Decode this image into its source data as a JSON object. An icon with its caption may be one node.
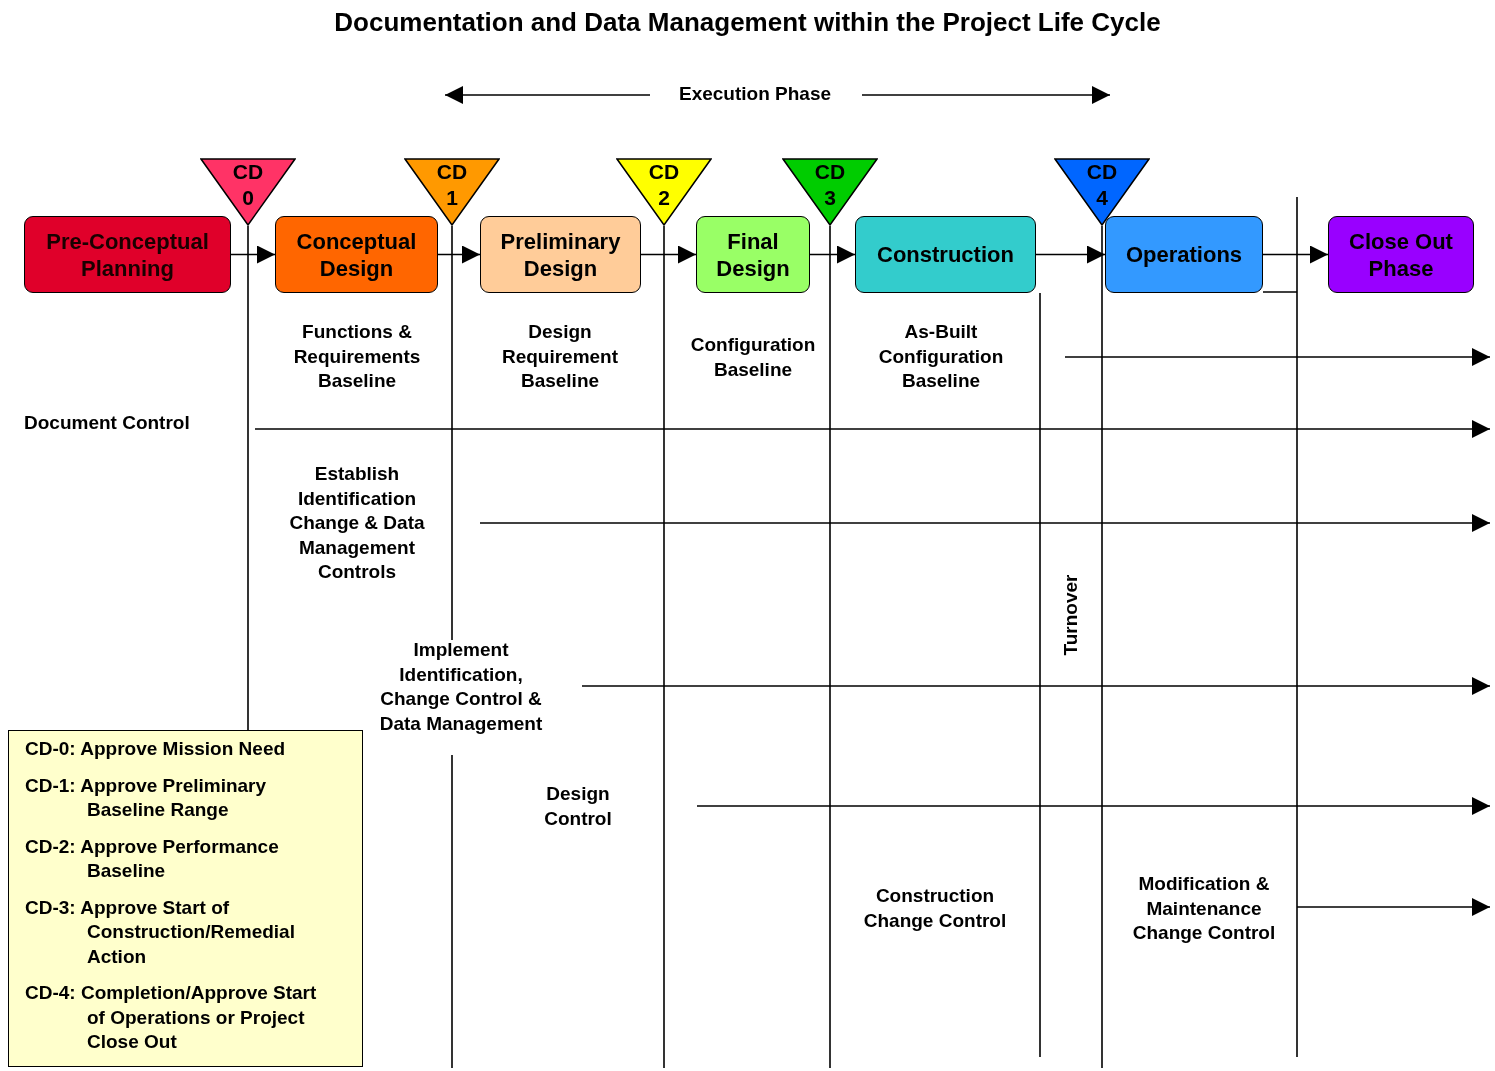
{
  "diagram": {
    "title": "Documentation and Data Management within the Project Life Cycle",
    "nodes": [
      {
        "text": [
          "Execution Phase"
        ]
      },
      {
        "text": [
          "CD 0"
        ]
      },
      {
        "text": [
          "CD 1"
        ]
      },
      {
        "text": [
          "CD 2"
        ]
      },
      {
        "text": [
          "CD 3"
        ]
      },
      {
        "text": [
          "CD 4"
        ]
      },
      {
        "text": [
          "Pre-Conceptual Planning"
        ]
      },
      {
        "text": [
          "Conceptual Design"
        ]
      },
      {
        "text": [
          "Preliminary Design"
        ]
      },
      {
        "text": [
          "Final Design"
        ]
      },
      {
        "text": [
          "Construction"
        ]
      },
      {
        "text": [
          "Operations"
        ]
      },
      {
        "text": [
          "Close Out Phase"
        ]
      },
      {
        "text": [
          "As-Built Configuration Baseline"
        ]
      },
      {
        "text": [
          "Document Control"
        ]
      },
      {
        "text": [
          "Establish Identification Change & Data Management Controls"
        ]
      },
      {
        "text": [
          "Implement Identification, Change Control & Data Management"
        ]
      },
      {
        "text": [
          "CD-0: Approve Mission Need",
          "CD-1: Approve Preliminary Baseline Range",
          "CD-2: Approve Performance Baseline",
          "CD-3: Approve Start of Construction/Remedial Action",
          "CD-4: Completion/Approve Start of Operations or Project Close Out"
        ]
      },
      {
        "text": [
          "Design Control"
        ]
      },
      {
        "text": [
          "Modification & Maintenance Change Control"
        ]
      }
    ],
    "edges": [
      {
        "from": 0,
        "to": null,
        "arrow": "to"
      },
      {
        "from": 0,
        "to": null,
        "arrow": "to"
      },
      {
        "from": 6,
        "to": 7,
        "arrow": "to"
      },
      {
        "from": 7,
        "to": 8,
        "arrow": "to"
      },
      {
        "from": 8,
        "to": 9,
        "arrow": "to"
      },
      {
        "from": 9,
        "to": 10,
        "arrow": "to"
      },
      {
        "from": 10,
        "to": 11,
        "arrow": "to"
      },
      {
        "from": 11,
        "to": 12,
        "arrow": "to"
      },
      {
        "from": 13,
        "to": null,
        "arrow": "to"
      },
      {
        "from": 14,
        "to": null,
        "arrow": "to"
      },
      {
        "from": 15,
        "to": null,
        "arrow": "to"
      },
      {
        "from": 16,
        "to": null,
        "arrow": "to"
      },
      {
        "from": 18,
        "to": null,
        "arrow": "to"
      },
      {
        "from": 19,
        "to": null,
        "arrow": "to"
      }
    ],
    "labels": [
      "Functions & Requirements Baseline",
      "Design Requirement Baseline",
      "Configuration Baseline",
      "Turnover",
      "Construction Change Control"
    ]
  }
}
